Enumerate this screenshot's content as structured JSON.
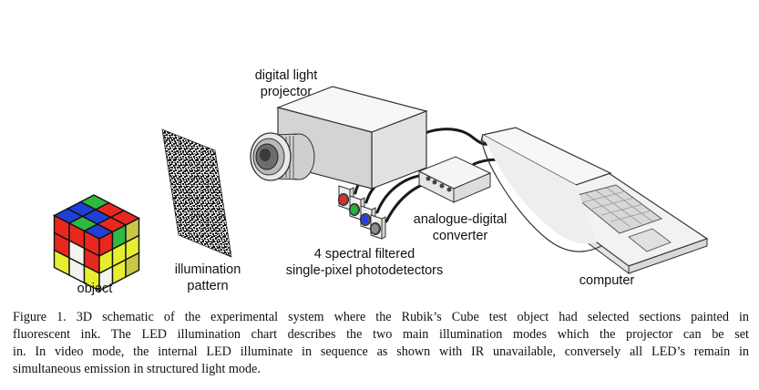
{
  "labels": {
    "projector": [
      "digital light",
      "projector"
    ],
    "object": "object",
    "pattern": [
      "illumination",
      "pattern"
    ],
    "detectors": [
      "4 spectral filtered",
      "single-pixel photodetectors"
    ],
    "adc": [
      "analogue-digital",
      "converter"
    ],
    "computer": "computer"
  },
  "detector_colors": [
    "#e52a2a",
    "#22b33a",
    "#2a3de0",
    "#8c8c8c"
  ],
  "cube_colors": {
    "red": "#e8281e",
    "blue": "#1f3fd6",
    "green": "#2fb842",
    "yellow": "#e7ee2f",
    "white": "#f4f4ee",
    "olive": "#c9c64a"
  },
  "caption": {
    "lines": [
      "Figure 1. 3D schematic of the experimental system where the Rubik’s Cube test object had selected sections painted in",
      "fluorescent ink. The LED illumination chart describes the two main illumination modes which the projector can be set",
      "in. In video mode, the internal LED illuminate in sequence as shown with IR unavailable, conversely all LED’s remain in",
      "simultaneous emission in structured light mode."
    ]
  }
}
